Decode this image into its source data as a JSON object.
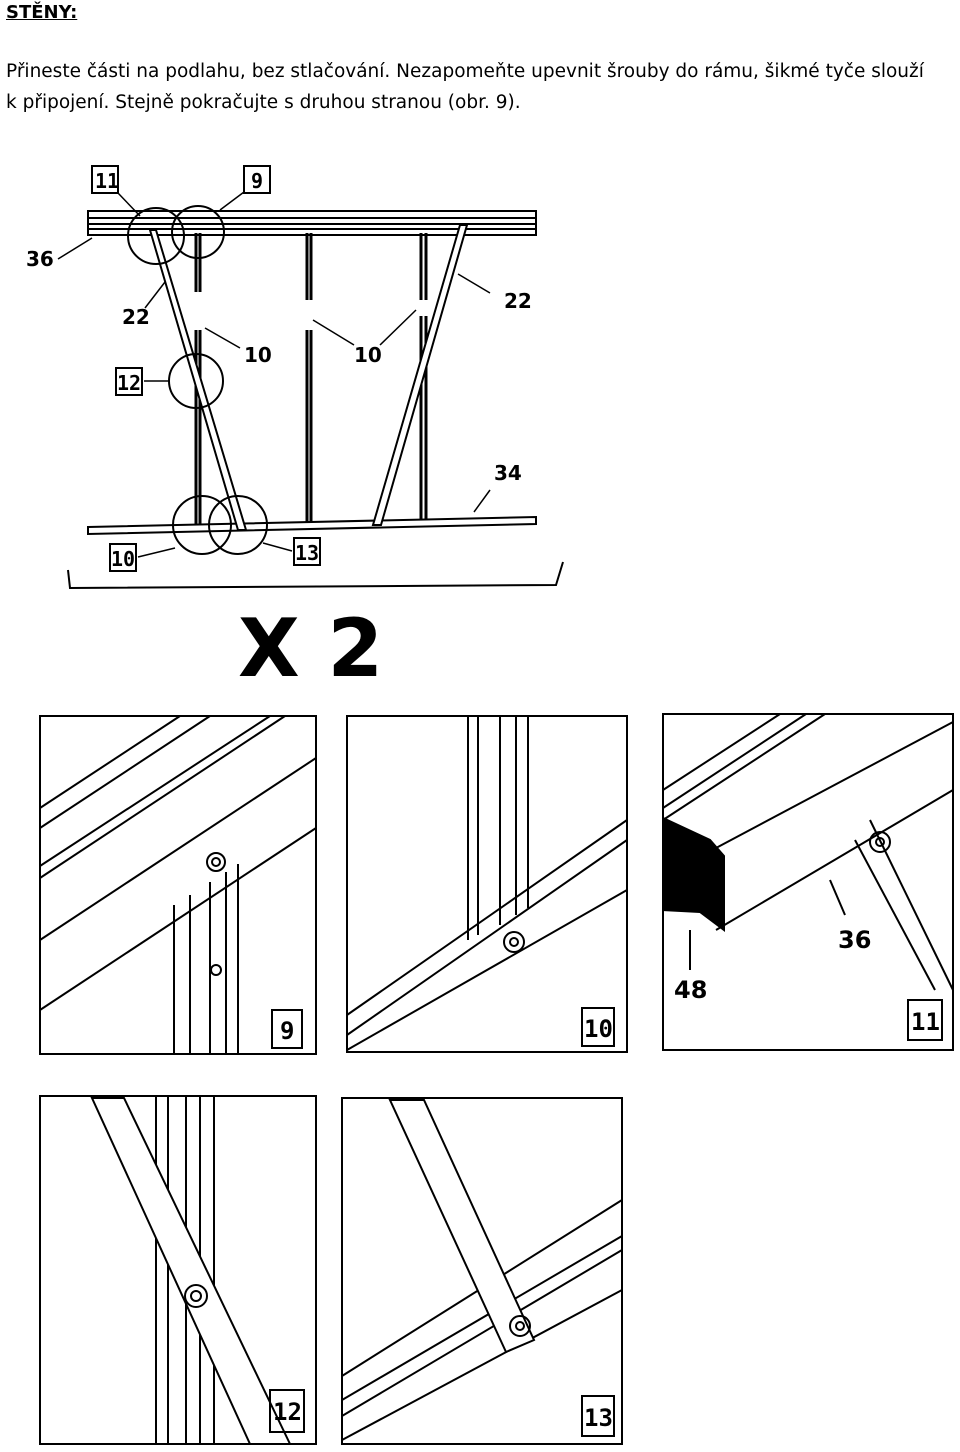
{
  "heading": "STĚNY:",
  "instructions": {
    "line1": "Přineste části na podlahu, bez stlačování. Nezapomeňte upevnit šrouby do rámu, šikmé tyče slouží",
    "line2": "k připojení.  Stejně pokračujte s druhou stranou (obr. 9)."
  },
  "diagram": {
    "detail_callouts": {
      "top_left": "11",
      "top_right": "9",
      "middle": "12",
      "bottom_left": "10",
      "bottom_right": "13"
    },
    "part_labels": {
      "top_bar": "36",
      "left_brace": "22",
      "right_brace": "22",
      "studs_left": "10",
      "studs_middle": "10",
      "bottom_bar": "34"
    },
    "multiplier": "X 2"
  },
  "detail_panels": [
    {
      "number": "9"
    },
    {
      "number": "10"
    },
    {
      "number": "11",
      "labels": {
        "part_a": "48",
        "part_b": "36"
      }
    },
    {
      "number": "12"
    },
    {
      "number": "13"
    }
  ]
}
